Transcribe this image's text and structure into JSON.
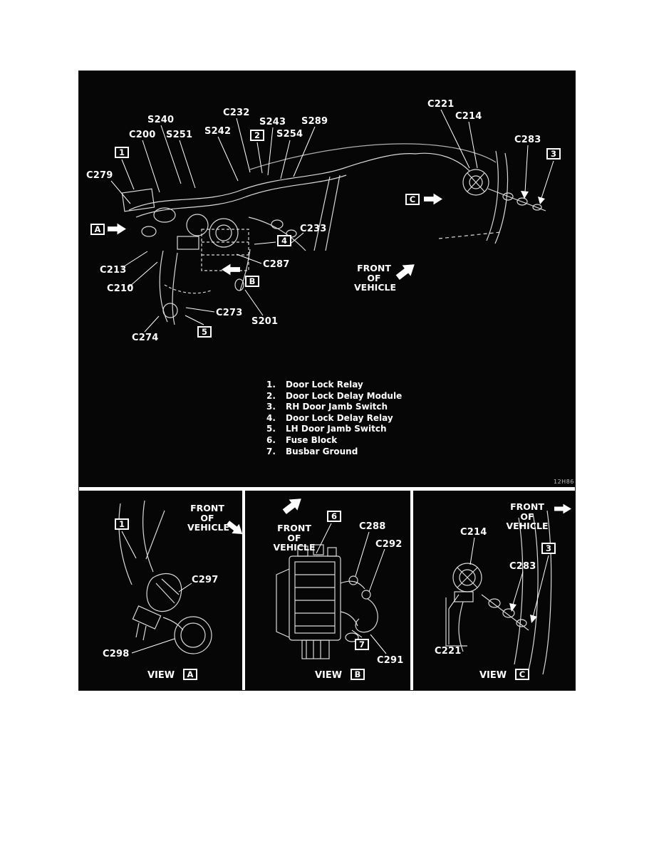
{
  "page": {
    "figure_code": "12H86"
  },
  "main": {
    "callouts": {
      "c232": "C232",
      "s240": "S240",
      "c200": "C200",
      "s251": "S251",
      "s242": "S242",
      "s243": "S243",
      "s254": "S254",
      "s289": "S289",
      "c221": "C221",
      "c214": "C214",
      "c283": "C283",
      "c279": "C279",
      "c233": "C233",
      "c287": "C287",
      "c213": "C213",
      "c210": "C210",
      "c273": "C273",
      "s201": "S201",
      "c274": "C274"
    },
    "boxes": {
      "n1": "1",
      "n2": "2",
      "n3": "3",
      "n4": "4",
      "n5": "5",
      "vA": "A",
      "vB": "B",
      "vC": "C"
    },
    "front_of_vehicle": {
      "line1": "FRONT",
      "line2": "OF",
      "line3": "VEHICLE"
    },
    "legend": [
      {
        "num": "1.",
        "label": "Door Lock Relay"
      },
      {
        "num": "2.",
        "label": "Door Lock Delay Module"
      },
      {
        "num": "3.",
        "label": "RH Door Jamb Switch"
      },
      {
        "num": "4.",
        "label": "Door Lock Delay Relay"
      },
      {
        "num": "5.",
        "label": "LH Door Jamb Switch"
      },
      {
        "num": "6.",
        "label": "Fuse Block"
      },
      {
        "num": "7.",
        "label": "Busbar Ground"
      }
    ]
  },
  "view_a": {
    "title": "VIEW",
    "view_letter": "A",
    "box1": "1",
    "front": {
      "line1": "FRONT",
      "line2": "OF",
      "line3": "VEHICLE"
    },
    "callouts": {
      "c297": "C297",
      "c298": "C298"
    }
  },
  "view_b": {
    "title": "VIEW",
    "view_letter": "B",
    "front": {
      "line1": "FRONT",
      "line2": "OF VEHICLE"
    },
    "boxes": {
      "n6": "6",
      "n7": "7"
    },
    "callouts": {
      "c288": "C288",
      "c292": "C292",
      "c291": "C291"
    }
  },
  "view_c": {
    "title": "VIEW",
    "view_letter": "C",
    "front": {
      "line1": "FRONT",
      "line2": "OF VEHICLE"
    },
    "boxes": {
      "n3": "3"
    },
    "callouts": {
      "c214": "C214",
      "c283": "C283",
      "c221": "C221"
    }
  }
}
